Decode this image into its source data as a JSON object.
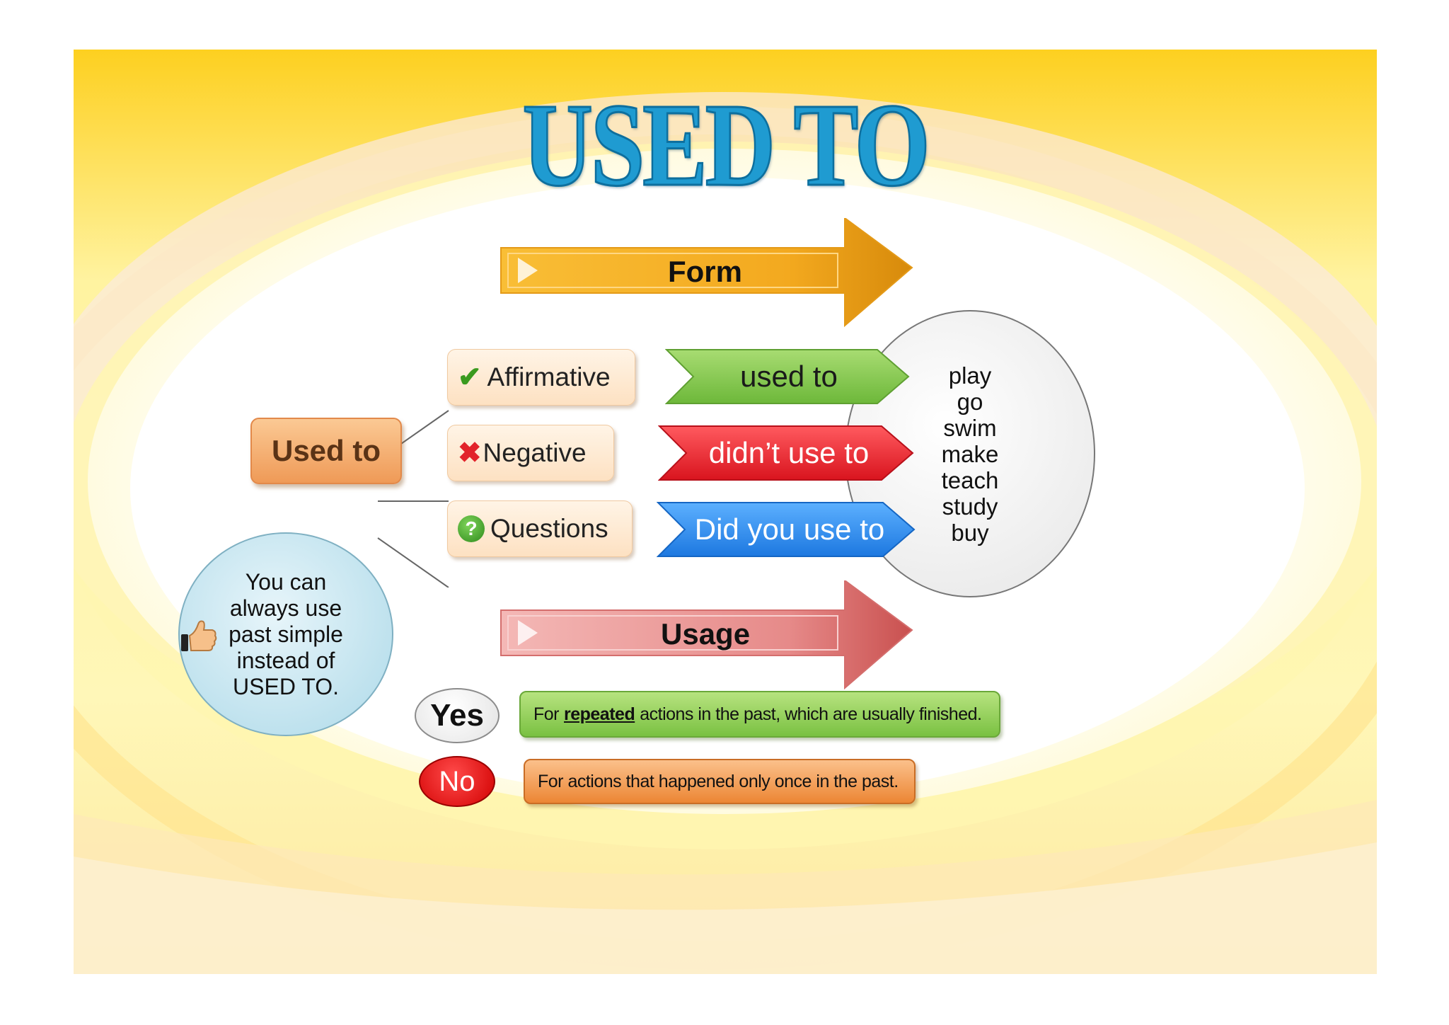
{
  "title": "USED TO",
  "form_arrow": {
    "label": "Form"
  },
  "usage_arrow": {
    "label": "Usage"
  },
  "root": {
    "label": "Used to"
  },
  "branches": [
    {
      "icon": "check-icon",
      "label": "Affirmative",
      "example": "used to",
      "color": "#7ac142"
    },
    {
      "icon": "cross-icon",
      "label": "Negative",
      "example": "didn’t use to",
      "color": "#e8232d"
    },
    {
      "icon": "question-icon",
      "label": "Questions",
      "example": "Did you use to",
      "color": "#2f8fe8"
    }
  ],
  "verbs": [
    "play",
    "go",
    "swim",
    "make",
    "teach",
    "study",
    "buy"
  ],
  "note": {
    "icon": "thumbs-up-icon",
    "lines": [
      "You can",
      "always use",
      "past simple",
      "instead of",
      "USED TO."
    ]
  },
  "usage": {
    "yes": {
      "label": "Yes",
      "text_before": "For",
      "emphasis": "repeated",
      "text_after": "actions in the past, which are usually finished."
    },
    "no": {
      "label": "No",
      "text": "For actions that happened only once in the past."
    }
  },
  "colors": {
    "title": "#1f9bd1",
    "form_arrow": "#f2a51d",
    "usage_arrow": "#e27b7c",
    "background": "#fde35a"
  }
}
